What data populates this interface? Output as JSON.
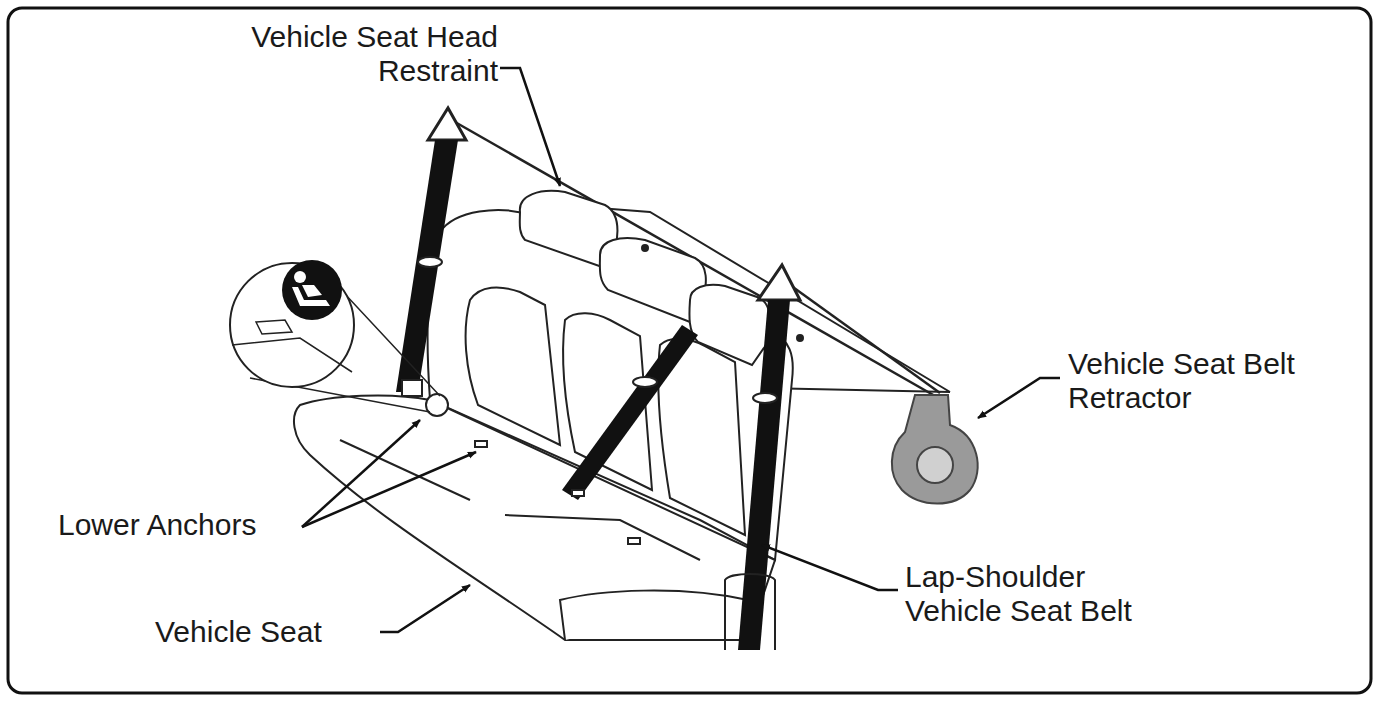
{
  "diagram": {
    "labels": [
      "Vehicle Seat Head Restraint",
      "Vehicle Seat Belt Retractor",
      "Lower Anchors",
      "Lap-Shoulder Vehicle Seat Belt",
      "Vehicle Seat"
    ]
  }
}
